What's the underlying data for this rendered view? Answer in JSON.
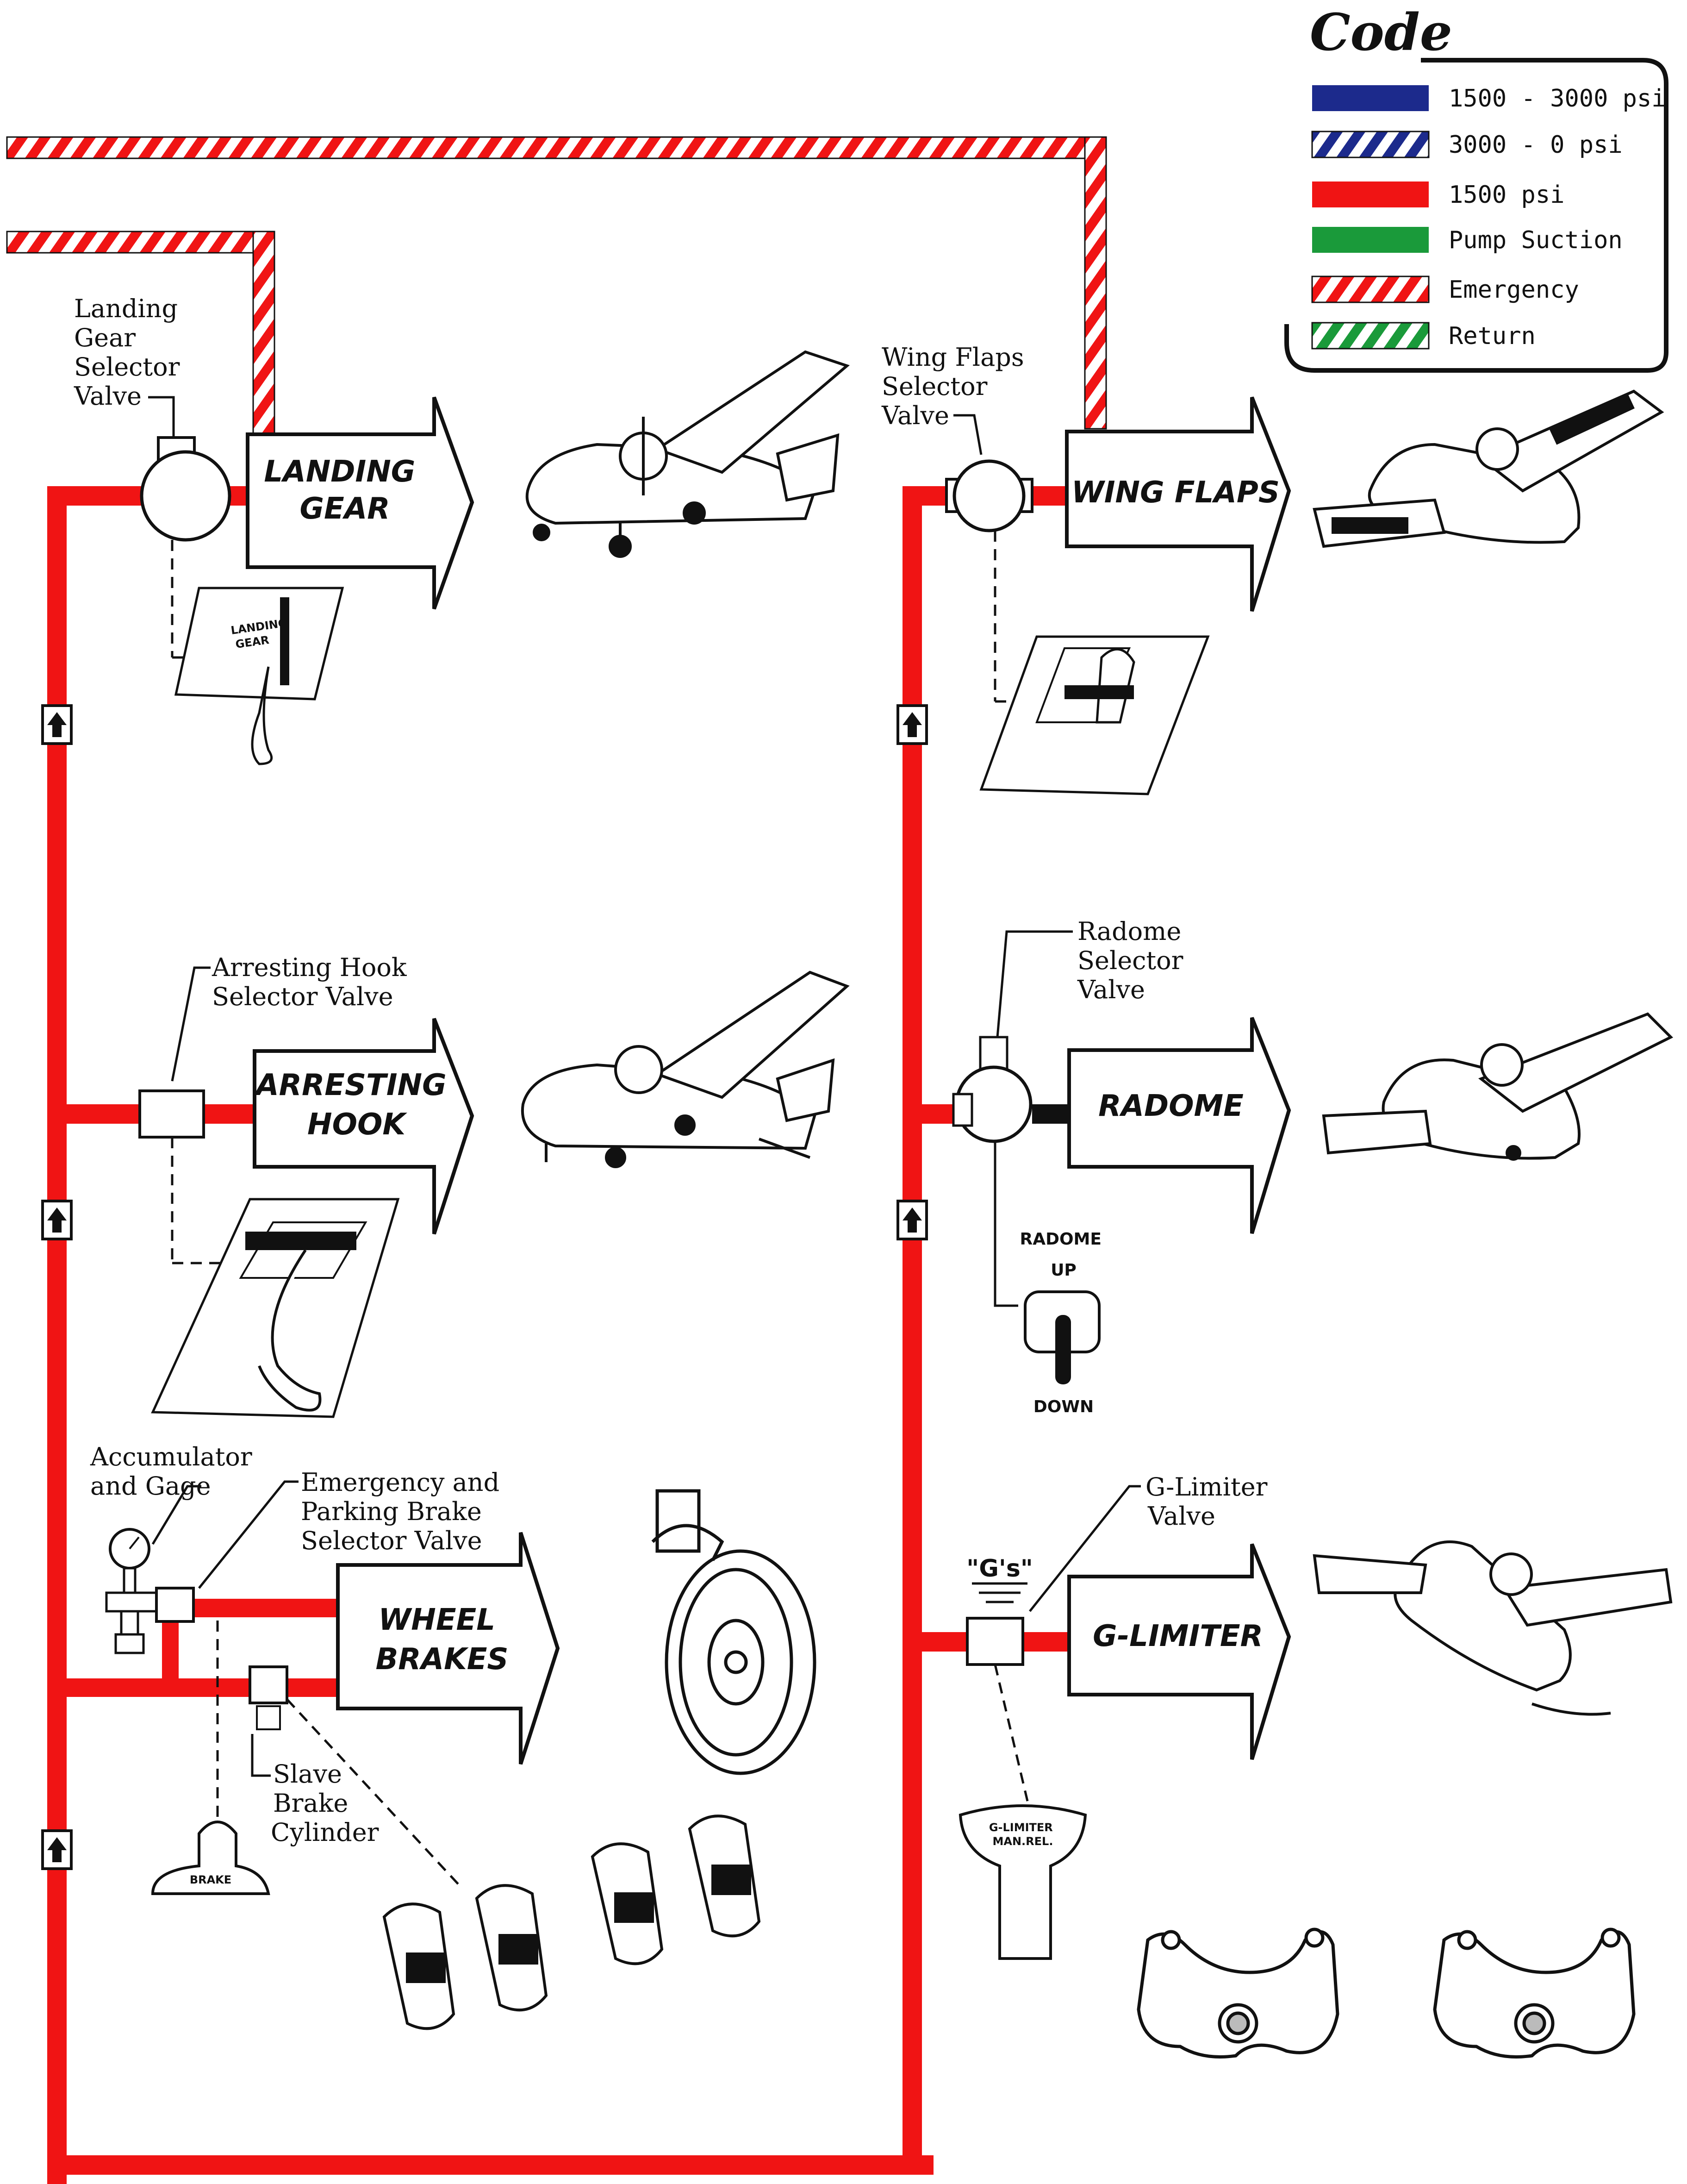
{
  "legend": {
    "title": "Code",
    "items": [
      {
        "label": "1500 - 3000 psi",
        "color": "#1c2a8c",
        "pattern": "solid"
      },
      {
        "label": "3000 - 0 psi",
        "color": "#1c2a8c",
        "pattern": "hatched"
      },
      {
        "label": "1500 psi",
        "color": "#f01414",
        "pattern": "solid"
      },
      {
        "label": "Pump Suction",
        "color": "#1a9a3a",
        "pattern": "solid"
      },
      {
        "label": "Emergency",
        "color": "#f01414",
        "pattern": "hatched"
      },
      {
        "label": "Return",
        "color": "#1a9a3a",
        "pattern": "hatched"
      }
    ]
  },
  "components": {
    "landing_gear": {
      "valve_label": [
        "Landing",
        "Gear",
        "Selector",
        "Valve"
      ],
      "arrow_label": [
        "LANDING",
        "GEAR"
      ]
    },
    "wing_flaps": {
      "valve_label": [
        "Wing Flaps",
        "Selector",
        "Valve"
      ],
      "arrow_label": [
        "WING FLAPS"
      ]
    },
    "arresting_hook": {
      "valve_label": [
        "Arresting Hook",
        "Selector Valve"
      ],
      "arrow_label": [
        "ARRESTING",
        "HOOK"
      ]
    },
    "radome": {
      "valve_label": [
        "Radome",
        "Selector",
        "Valve"
      ],
      "arrow_label": [
        "RADOME"
      ],
      "switch_up": [
        "RADOME",
        "UP"
      ],
      "switch_down": "DOWN"
    },
    "wheel_brakes": {
      "accumulator_label": [
        "Accumulator",
        "and Gage"
      ],
      "emergency_label": [
        "Emergency and",
        "Parking Brake",
        "Selector Valve"
      ],
      "slave_label": [
        "Slave",
        "Brake",
        "Cylinder"
      ],
      "arrow_label": [
        "WHEEL",
        "BRAKES"
      ],
      "handle_label": "BRAKE"
    },
    "g_limiter": {
      "valve_label": [
        "G-Limiter",
        "Valve"
      ],
      "arrow_label": [
        "G-LIMITER"
      ],
      "gs_label": "\"G's\"",
      "handle_label": [
        "G-LIMITER",
        "MAN.REL."
      ]
    }
  },
  "colors": {
    "pressure_line": "#f01414",
    "ink": "#111111"
  }
}
